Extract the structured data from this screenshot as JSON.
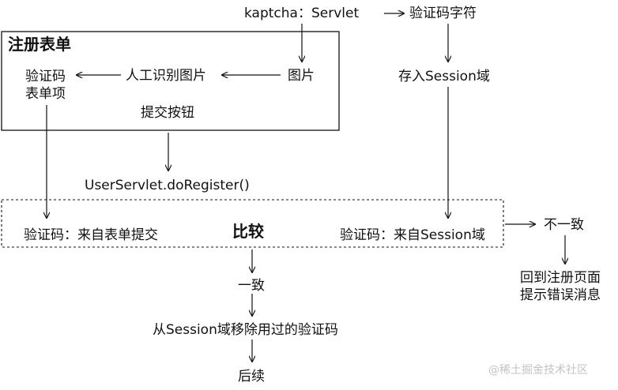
{
  "nodes": {
    "kaptcha": "kaptcha：Servlet",
    "captcha_string": "验证码字符",
    "register_form_title": "注册表单",
    "captcha_form_item_line1": "验证码",
    "captcha_form_item_line2": "表单项",
    "human_recognize": "人工识别图片",
    "image": "图片",
    "save_session": "存入Session域",
    "submit_button": "提交按钮",
    "do_register": "UserServlet.doRegister()",
    "captcha_from_form": "验证码：来自表单提交",
    "compare": "比较",
    "captcha_from_session": "验证码：来自Session域",
    "inconsistent": "不一致",
    "back_line1": "回到注册页面",
    "back_line2": "提示错误消息",
    "consistent": "一致",
    "remove_used": "从Session域移除用过的验证码",
    "followup": "后续"
  },
  "watermark": "@稀土掘金技术社区",
  "colors": {
    "line": "#111111",
    "text": "#111111",
    "watermark": "#c3c3c3"
  }
}
